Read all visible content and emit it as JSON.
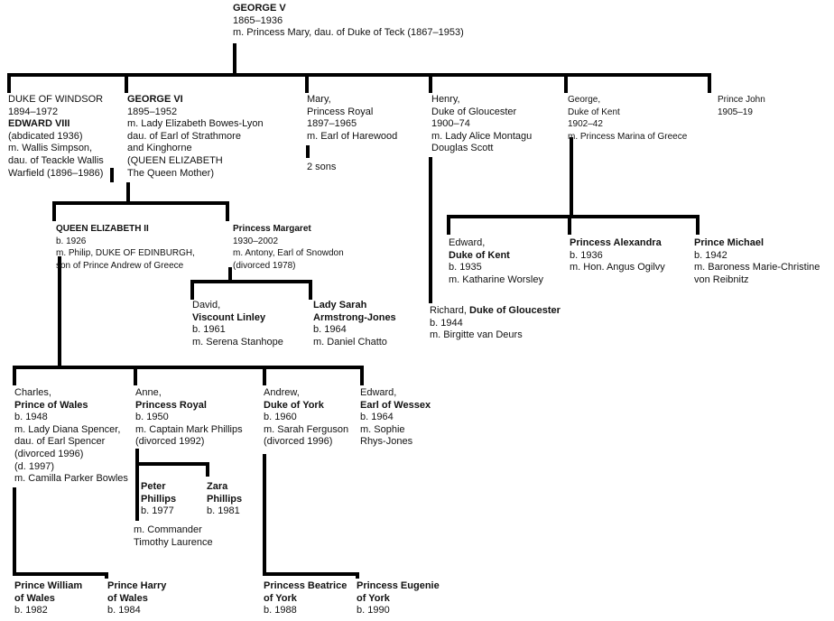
{
  "nodes": {
    "george_v": [
      {
        "t": "GEORGE V",
        "b": true
      },
      {
        "t": "1865–1936"
      },
      {
        "t": "m. Princess Mary, dau. of Duke of Teck (1867–1953)"
      }
    ],
    "duke_of_windsor": [
      {
        "t": "DUKE OF WINDSOR"
      },
      {
        "t": "1894–1972"
      },
      {
        "t": "EDWARD VIII",
        "b": true
      },
      {
        "t": "(abdicated 1936)"
      },
      {
        "t": "m. Wallis Simpson,"
      },
      {
        "t": "dau. of Teackle Wallis"
      },
      {
        "t": "Warfield (1896–1986)"
      }
    ],
    "george_vi": [
      {
        "t": "GEORGE VI",
        "b": true
      },
      {
        "t": "1895–1952"
      },
      {
        "t": "m. Lady Elizabeth Bowes-Lyon"
      },
      {
        "t": "dau. of Earl of Strathmore"
      },
      {
        "t": "and Kinghorne"
      },
      {
        "t": "(QUEEN ELIZABETH"
      },
      {
        "t": "The Queen Mother)"
      }
    ],
    "mary": [
      {
        "t": "Mary,"
      },
      {
        "t": "Princess Royal"
      },
      {
        "t": "1897–1965"
      },
      {
        "t": "m. Earl of Harewood"
      }
    ],
    "mary_sons": [
      {
        "t": "2 sons"
      }
    ],
    "henry": [
      {
        "t": "Henry,"
      },
      {
        "t": "Duke of Gloucester"
      },
      {
        "t": "1900–74"
      },
      {
        "t": "m. Lady Alice Montagu"
      },
      {
        "t": "Douglas Scott"
      }
    ],
    "george_kent": [
      {
        "t": "George,"
      },
      {
        "t": "Duke of Kent"
      },
      {
        "t": "1902–42"
      },
      {
        "t": "m. Princess Marina of Greece"
      }
    ],
    "prince_john": [
      {
        "t": "Prince John"
      },
      {
        "t": "1905–19"
      }
    ],
    "elizabeth_ii": [
      {
        "t": "QUEEN ELIZABETH II",
        "b": true
      },
      {
        "t": "b. 1926"
      },
      {
        "t": "m. Philip, DUKE OF EDINBURGH,"
      },
      {
        "t": "son of Prince Andrew of Greece"
      }
    ],
    "margaret": [
      {
        "t": "Princess Margaret",
        "b": true
      },
      {
        "t": "1930–2002"
      },
      {
        "t": "m. Antony, Earl of Snowdon"
      },
      {
        "t": "(divorced 1978)"
      }
    ],
    "edward_kent": [
      {
        "t": "Edward,"
      },
      {
        "t": "Duke of Kent",
        "b": true
      },
      {
        "t": "b. 1935"
      },
      {
        "t": "m. Katharine Worsley"
      }
    ],
    "alexandra": [
      {
        "t": "Princess Alexandra",
        "b": true
      },
      {
        "t": "b. 1936"
      },
      {
        "t": "m. Hon. Angus Ogilvy"
      }
    ],
    "michael": [
      {
        "t": "Prince Michael",
        "b": true
      },
      {
        "t": "b. 1942"
      },
      {
        "t": "m. Baroness Marie-Christine"
      },
      {
        "t": "von Reibnitz"
      }
    ],
    "richard": [
      {
        "t": "Richard, ",
        "parts": [
          {
            "t": "Richard, "
          },
          {
            "t": "Duke of Gloucester",
            "b": true
          }
        ]
      },
      {
        "t": "b. 1944"
      },
      {
        "t": "m. Birgitte van Deurs"
      }
    ],
    "david": [
      {
        "t": "David,"
      },
      {
        "t": "Viscount Linley",
        "b": true
      },
      {
        "t": "b. 1961"
      },
      {
        "t": "m. Serena Stanhope"
      }
    ],
    "sarah": [
      {
        "t": "Lady Sarah",
        "b": true
      },
      {
        "t": "Armstrong-Jones",
        "b": true
      },
      {
        "t": "b. 1964"
      },
      {
        "t": "m. Daniel Chatto"
      }
    ],
    "charles": [
      {
        "t": "Charles,"
      },
      {
        "t": "Prince of Wales",
        "b": true
      },
      {
        "t": "b. 1948"
      },
      {
        "t": "m. Lady Diana Spencer,"
      },
      {
        "t": "dau. of Earl Spencer"
      },
      {
        "t": "(divorced 1996)"
      },
      {
        "t": "(d. 1997)"
      },
      {
        "t": "m. Camilla Parker Bowles"
      }
    ],
    "anne": [
      {
        "t": "Anne,"
      },
      {
        "t": "Princess Royal",
        "b": true
      },
      {
        "t": "b. 1950"
      },
      {
        "t": "m. Captain Mark Phillips"
      },
      {
        "t": "(divorced 1992)"
      }
    ],
    "andrew": [
      {
        "t": "Andrew,"
      },
      {
        "t": "Duke of York",
        "b": true
      },
      {
        "t": "b. 1960"
      },
      {
        "t": "m. Sarah Ferguson"
      },
      {
        "t": "(divorced 1996)"
      }
    ],
    "edward_wessex": [
      {
        "t": "Edward,"
      },
      {
        "t": "Earl of Wessex",
        "b": true
      },
      {
        "t": "b. 1964"
      },
      {
        "t": "m. Sophie"
      },
      {
        "t": "Rhys-Jones"
      }
    ],
    "peter": [
      {
        "t": "Peter",
        "b": true
      },
      {
        "t": "Phillips",
        "b": true
      },
      {
        "t": "b. 1977"
      }
    ],
    "zara": [
      {
        "t": "Zara",
        "b": true
      },
      {
        "t": "Phillips",
        "b": true
      },
      {
        "t": "b. 1981"
      }
    ],
    "anne_remarriage": [
      {
        "t": "m. Commander"
      },
      {
        "t": "Timothy Laurence"
      }
    ],
    "william": [
      {
        "t": "Prince William",
        "b": true
      },
      {
        "t": "of Wales",
        "b": true
      },
      {
        "t": "b. 1982"
      }
    ],
    "harry": [
      {
        "t": "Prince Harry",
        "b": true
      },
      {
        "t": "of Wales",
        "b": true
      },
      {
        "t": "b. 1984"
      }
    ],
    "beatrice": [
      {
        "t": "Princess Beatrice",
        "b": true
      },
      {
        "t": "of York",
        "b": true
      },
      {
        "t": "b. 1988"
      }
    ],
    "eugenie": [
      {
        "t": "Princess Eugenie",
        "b": true
      },
      {
        "t": "of York",
        "b": true
      },
      {
        "t": "b. 1990"
      }
    ]
  }
}
